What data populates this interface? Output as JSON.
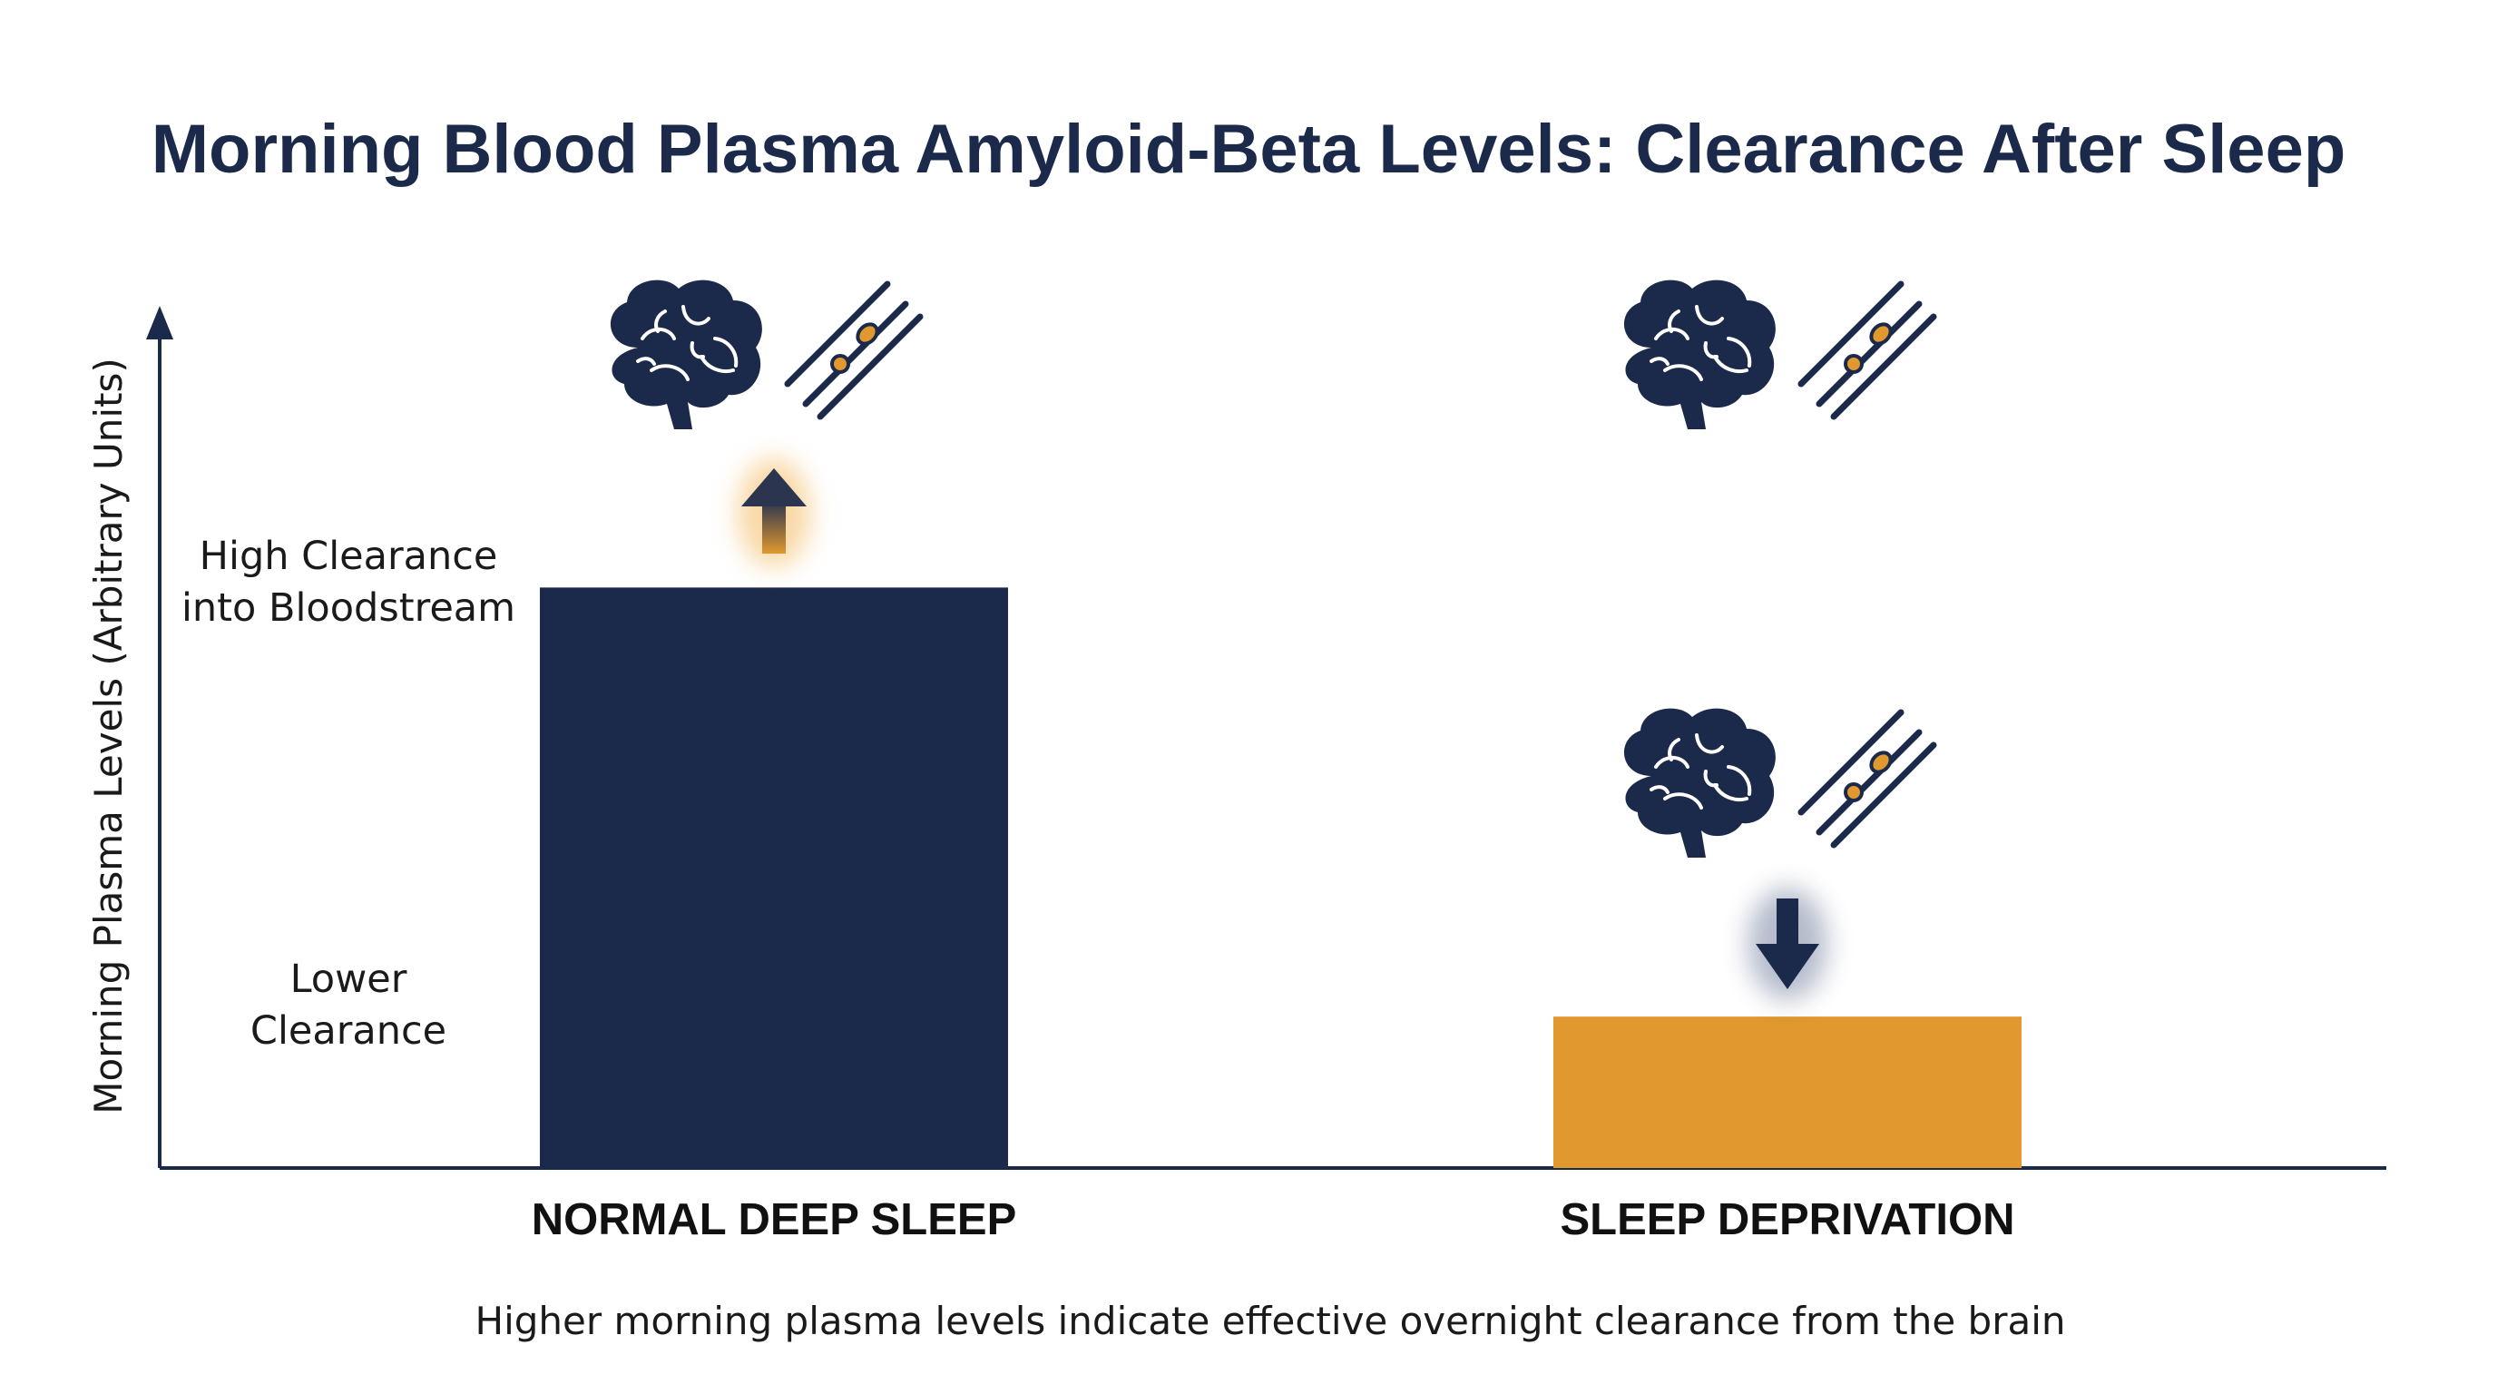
{
  "chart_data": {
    "type": "bar",
    "title": "Morning Blood Plasma Amyloid-Beta Levels: Clearance After Sleep",
    "xlabel": "",
    "ylabel": "Morning Plasma Levels (Arbitrary Units)",
    "categories": [
      "NORMAL DEEP SLEEP",
      "SLEEP DEPRIVATION"
    ],
    "values": [
      0.69,
      0.18
    ],
    "ylim": [
      0,
      1
    ],
    "bar_colors": [
      "#1b2a4a",
      "#e0982f"
    ],
    "y_level_labels": [
      {
        "lines": [
          "High Clearance",
          "into Bloodstream"
        ],
        "value": 0.69
      },
      {
        "lines": [
          "Lower",
          "Clearance"
        ],
        "value": 0.18
      }
    ],
    "annotations": {
      "caption": "Higher morning plasma levels indicate effective overnight clearance from the brain",
      "arrows": [
        "up",
        "down"
      ]
    },
    "grid": false
  },
  "colors": {
    "navy": "#1b2a4a",
    "orange": "#e0982f",
    "axis": "#1b2a4a"
  },
  "icons": [
    "brain-icon",
    "blood-vessel-icon",
    "arrow-up-icon",
    "arrow-down-icon"
  ]
}
